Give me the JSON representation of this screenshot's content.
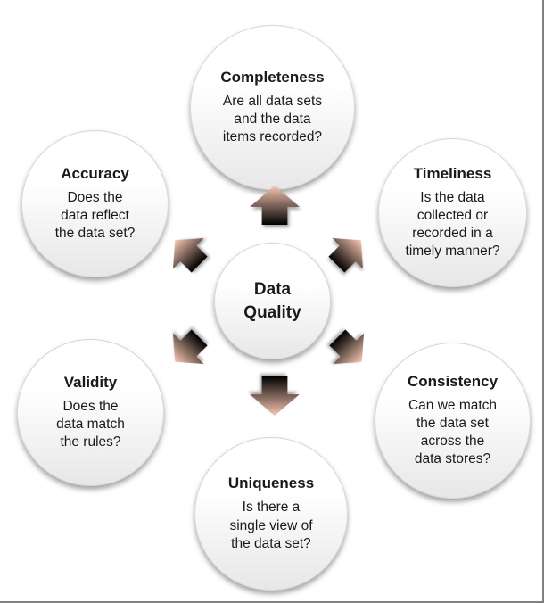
{
  "diagram": {
    "center": {
      "title": "Data Quality"
    },
    "nodes": [
      {
        "id": "completeness",
        "position": "top",
        "title": "Completeness",
        "question": "Are all data sets\nand the data\nitems recorded?"
      },
      {
        "id": "timeliness",
        "position": "top-right",
        "title": "Timeliness",
        "question": "Is the data\ncollected or\nrecorded in a\ntimely manner?"
      },
      {
        "id": "consistency",
        "position": "bottom-right",
        "title": "Consistency",
        "question": "Can we match\nthe data set\nacross the\ndata stores?"
      },
      {
        "id": "uniqueness",
        "position": "bottom",
        "title": "Uniqueness",
        "question": "Is there a\nsingle view of\nthe data set?"
      },
      {
        "id": "validity",
        "position": "bottom-left",
        "title": "Validity",
        "question": "Does the\ndata match\nthe rules?"
      },
      {
        "id": "accuracy",
        "position": "top-left",
        "title": "Accuracy",
        "question": "Does the\ndata reflect\nthe data set?"
      }
    ],
    "arrows": [
      {
        "direction": "up"
      },
      {
        "direction": "up-right"
      },
      {
        "direction": "down-right"
      },
      {
        "direction": "down"
      },
      {
        "direction": "down-left"
      },
      {
        "direction": "up-left"
      }
    ],
    "colors": {
      "arrow_light": "#F9C7B2",
      "arrow_dark": "#ECA habitant",
      "arrow": "#F1AC92",
      "circle_border": "#D6D6D6",
      "frame_border": "#808080",
      "text": "#1A1A1A"
    }
  }
}
